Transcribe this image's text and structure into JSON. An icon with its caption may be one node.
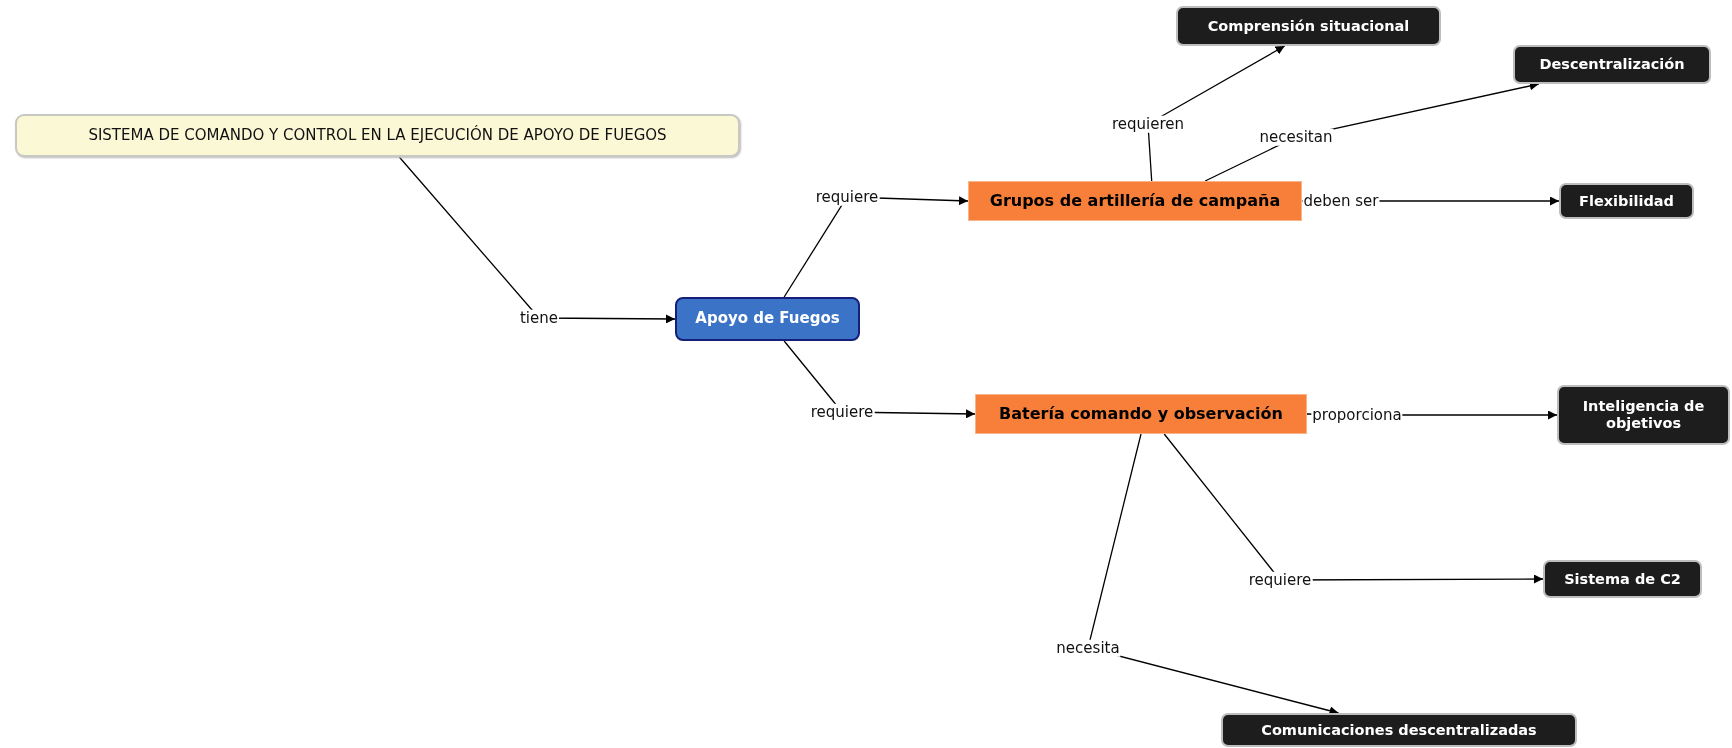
{
  "diagram": {
    "nodes": [
      {
        "text": [
          "SISTEMA DE COMANDO Y CONTROL EN LA EJECUCIÓN DE APOYO DE FUEGOS"
        ]
      },
      {
        "text": [
          "Apoyo de Fuegos"
        ]
      },
      {
        "text": [
          "Grupos de artillería de campaña"
        ]
      },
      {
        "text": [
          "Batería comando y observación"
        ]
      },
      {
        "text": [
          "Comprensión situacional"
        ]
      },
      {
        "text": [
          "Descentralización"
        ]
      },
      {
        "text": [
          "Flexibilidad"
        ]
      },
      {
        "text": [
          "Inteligencia de objetivos"
        ]
      },
      {
        "text": [
          "Sistema de C2"
        ]
      },
      {
        "text": [
          "Comunicaciones descentralizadas"
        ]
      }
    ],
    "edges": [
      {
        "from": 0,
        "to": 1,
        "arrow": "to",
        "label": "tiene"
      },
      {
        "from": 1,
        "to": 2,
        "arrow": "to",
        "label": "requiere"
      },
      {
        "from": 1,
        "to": 3,
        "arrow": "to",
        "label": "requiere"
      },
      {
        "from": 2,
        "to": 4,
        "arrow": "to",
        "label": "requieren"
      },
      {
        "from": 2,
        "to": 5,
        "arrow": "to",
        "label": "necesitan"
      },
      {
        "from": 2,
        "to": 6,
        "arrow": "to",
        "label": "deben ser"
      },
      {
        "from": 3,
        "to": 7,
        "arrow": "to",
        "label": "proporciona"
      },
      {
        "from": 3,
        "to": 8,
        "arrow": "to",
        "label": "requiere"
      },
      {
        "from": 3,
        "to": 9,
        "arrow": "to",
        "label": "necesita"
      }
    ]
  }
}
